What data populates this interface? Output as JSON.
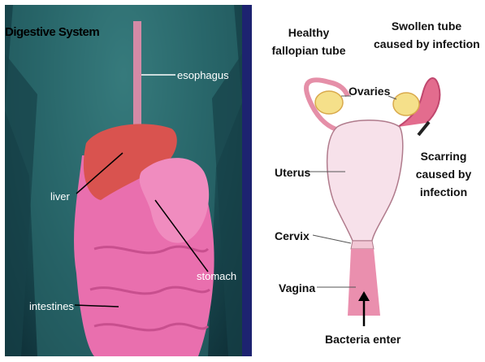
{
  "left": {
    "title": "Digestive System",
    "labels": {
      "esophagus": "esophagus",
      "liver": "liver",
      "stomach": "stomach",
      "intestines": "intestines"
    }
  },
  "right": {
    "healthy_tube": [
      "Healthy",
      "fallopian tube"
    ],
    "swollen_tube": [
      "Swollen tube",
      "caused by infection"
    ],
    "ovaries": "Ovaries",
    "uterus": "Uterus",
    "scarring": [
      "Scarring",
      "caused by",
      "infection"
    ],
    "cervix": "Cervix",
    "vagina": "Vagina",
    "bacteria": "Bacteria enter"
  },
  "colors": {
    "divider": "#1d2370",
    "organ_pink": "#e96fae",
    "liver_red": "#d9534f",
    "uterus_fill": "#f7e1ea",
    "ovary_yellow": "#f5e08a"
  }
}
